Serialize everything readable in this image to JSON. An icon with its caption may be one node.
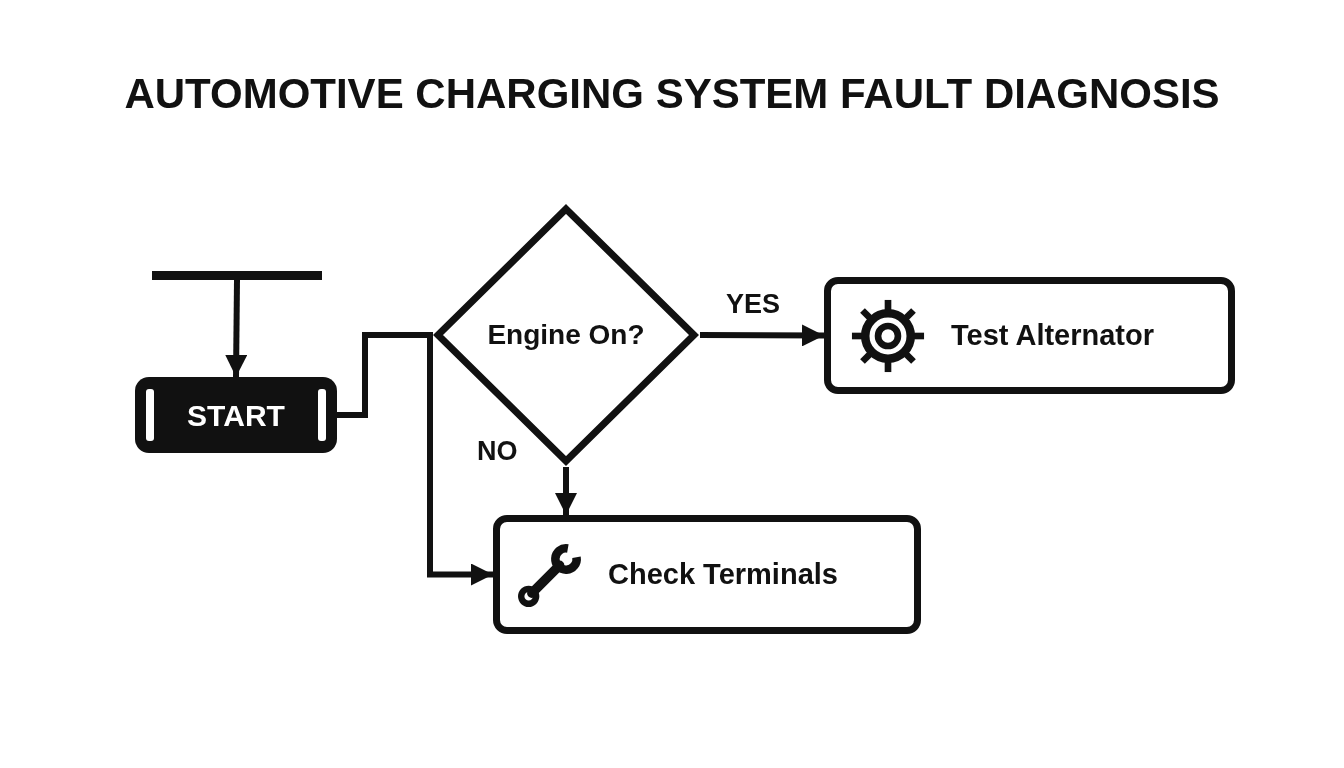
{
  "diagram": {
    "title": "AUTOMOTIVE CHARGING SYSTEM FAULT DIAGNOSIS",
    "nodes": [
      {
        "text": [],
        "shape": "bar"
      },
      {
        "text": [
          "START"
        ]
      },
      {
        "text": [
          "Engine On?"
        ]
      },
      {
        "text": [
          "Test Alternator"
        ]
      },
      {
        "text": [
          "Check Terminals"
        ]
      }
    ],
    "edges": [
      {
        "from": 0,
        "to": 1,
        "arrow": "to"
      },
      {
        "from": 1,
        "to": 2,
        "arrow": "none"
      },
      {
        "from": 1,
        "to": 4,
        "arrow": "to"
      },
      {
        "from": 2,
        "to": 3,
        "arrow": "to",
        "label": "YES"
      },
      {
        "from": 2,
        "to": 4,
        "arrow": "to",
        "label": "NO"
      }
    ]
  }
}
